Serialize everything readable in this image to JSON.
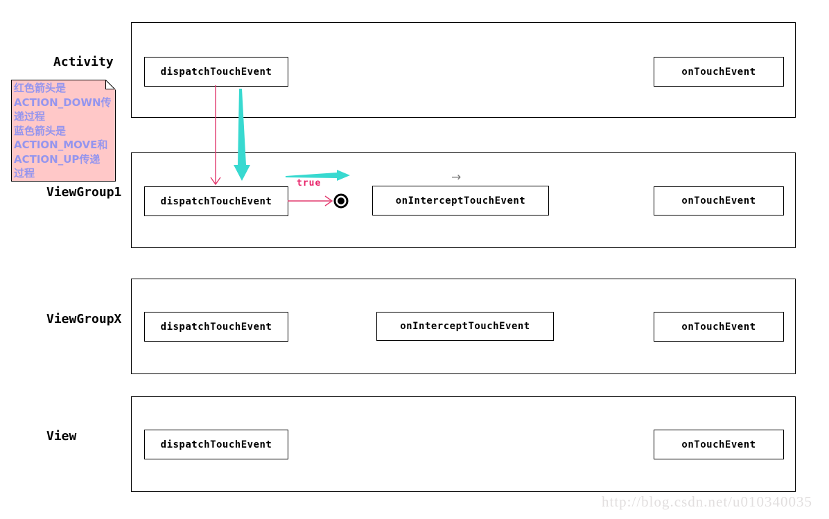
{
  "diagram": {
    "rows": [
      {
        "label": "Activity",
        "boxes": {
          "dispatch": "dispatchTouchEvent",
          "onTouch": "onTouchEvent"
        }
      },
      {
        "label": "ViewGroup1",
        "boxes": {
          "dispatch": "dispatchTouchEvent",
          "onIntercept": "onInterceptTouchEvent",
          "onTouch": "onTouchEvent"
        }
      },
      {
        "label": "ViewGroupX",
        "boxes": {
          "dispatch": "dispatchTouchEvent",
          "onIntercept": "onInterceptTouchEvent",
          "onTouch": "onTouchEvent"
        }
      },
      {
        "label": "View",
        "boxes": {
          "dispatch": "dispatchTouchEvent",
          "onTouch": "onTouchEvent"
        }
      }
    ]
  },
  "note": {
    "lines": [
      "红色箭头是",
      "ACTION_DOWN传",
      "递过程",
      "蓝色箭头是",
      "ACTION_MOVE和",
      "ACTION_UP传递",
      "过程"
    ]
  },
  "annotations": {
    "true_label": "true",
    "return_arrow": "→"
  },
  "watermark": {
    "text": "http://blog.csdn.net/u010340035"
  },
  "colors": {
    "red_arrow": "#e23a6e",
    "cyan_arrow": "#38d9d0",
    "true_text": "#e8246a",
    "note_bg": "#ffc8c8",
    "note_text": "#9595ee",
    "gray_arrow": "#7b7b7b",
    "watermark": "#e2dfdf"
  }
}
